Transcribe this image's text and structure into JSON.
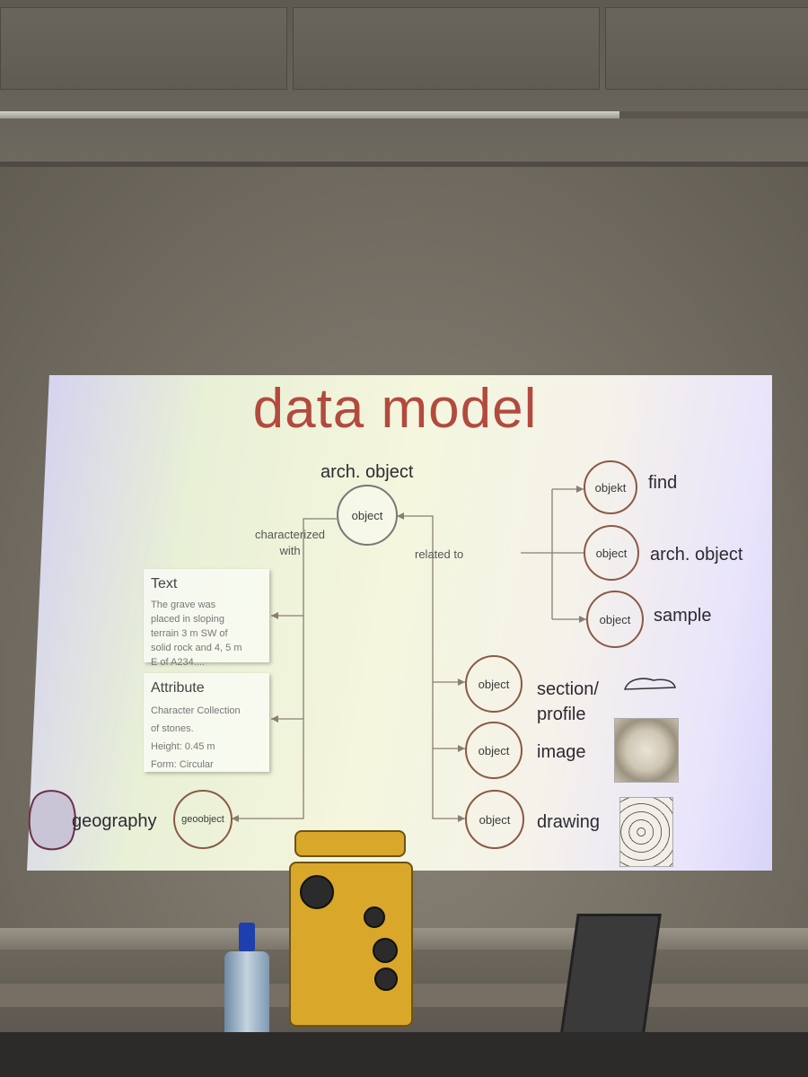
{
  "slide": {
    "title": "data model",
    "center_label": "arch. object",
    "center_node": "object",
    "characterized_label": "characterized\nwith",
    "related_label": "related to",
    "text_box": {
      "title": "Text",
      "body": "The grave was\nplaced in sloping\nterrain 3 m SW of\nsolid rock and 4, 5 m\nE of A234...."
    },
    "attribute_box": {
      "title": "Attribute",
      "body": "Character Collection\nof stones.\nHeight: 0.45 m\nForm: Circular"
    },
    "geo_node": "geoobject",
    "geography_label": "geography",
    "right_items": [
      {
        "node": "objekt",
        "label": "find"
      },
      {
        "node": "object",
        "label": "arch. object"
      },
      {
        "node": "object",
        "label": "sample"
      }
    ],
    "media_items": [
      {
        "node": "object",
        "label": "section/\nprofile"
      },
      {
        "node": "object",
        "label": "image"
      },
      {
        "node": "object",
        "label": "drawing"
      }
    ]
  },
  "colors": {
    "title": "#b24a3e",
    "node_border": "#8a5a44",
    "equipment": "#d9a72a"
  }
}
